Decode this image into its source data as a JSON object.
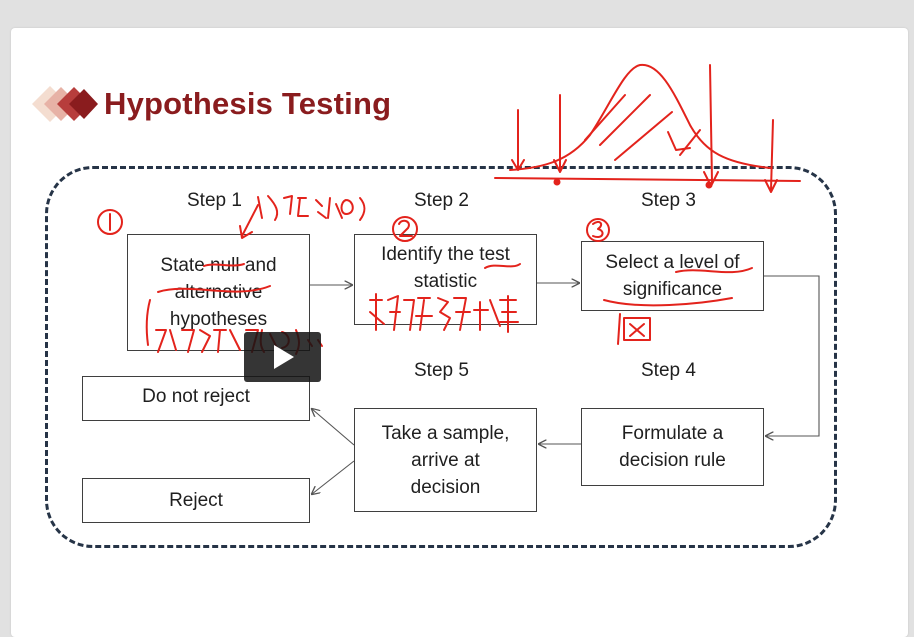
{
  "title": "Hypothesis Testing",
  "steps": {
    "s1": "Step 1",
    "s2": "Step 2",
    "s3": "Step 3",
    "s4": "Step 4",
    "s5": "Step 5"
  },
  "boxes": {
    "state_null": "State null and\nalternative\nhypotheses",
    "identify_stat": "Identify the test\nstatistic",
    "select_level": "Select a level of\nsignificance",
    "formulate_rule": "Formulate a\ndecision rule",
    "take_sample": "Take a sample,\narrive at\ndecision",
    "do_not_reject": "Do not reject",
    "reject": "Reject"
  },
  "colors": {
    "title": "#8a1c1e",
    "ink": "#e3231c",
    "dashed": "#263447"
  },
  "icons": {
    "logo": "diamond-logo-icon",
    "play": "play-icon"
  }
}
